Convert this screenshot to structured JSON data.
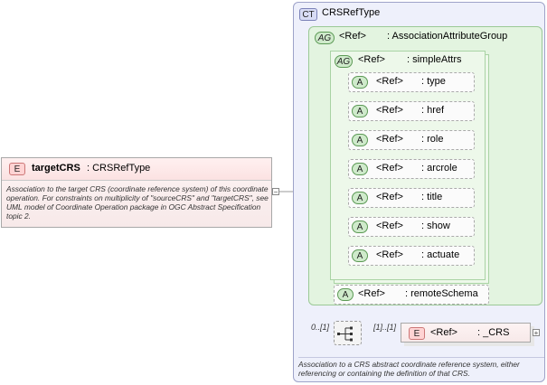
{
  "target": {
    "badge": "E",
    "name": "targetCRS",
    "type": ": CRSRefType",
    "description": "Association to the target CRS (coordinate reference system) of this coordinate operation. For constraints on multiplicity of \"sourceCRS\" and \"targetCRS\", see UML model of Coordinate Operation package in OGC Abstract Specification topic 2."
  },
  "complex_type": {
    "badge": "CT",
    "name": "CRSRefType",
    "description": "Association to a CRS abstract coordinate reference system, either referencing or containing the definition of that CRS."
  },
  "assoc_group": {
    "badge": "AG",
    "ref": "<Ref>",
    "name": ": AssociationAttributeGroup"
  },
  "simple_group": {
    "badge": "AG",
    "ref": "<Ref>",
    "name": ": simpleAttrs"
  },
  "simple_attrs": [
    {
      "badge": "A",
      "ref": "<Ref>",
      "name": ": type"
    },
    {
      "badge": "A",
      "ref": "<Ref>",
      "name": ": href"
    },
    {
      "badge": "A",
      "ref": "<Ref>",
      "name": ": role"
    },
    {
      "badge": "A",
      "ref": "<Ref>",
      "name": ": arcrole"
    },
    {
      "badge": "A",
      "ref": "<Ref>",
      "name": ": title"
    },
    {
      "badge": "A",
      "ref": "<Ref>",
      "name": ": show"
    },
    {
      "badge": "A",
      "ref": "<Ref>",
      "name": ": actuate"
    }
  ],
  "remote_schema": {
    "badge": "A",
    "ref": "<Ref>",
    "name": ": remoteSchema"
  },
  "sequence": {
    "cardinality_before": "0..[1]",
    "cardinality_after": "[1]..[1]"
  },
  "crs_element": {
    "badge": "E",
    "ref": "<Ref>",
    "name": ": _CRS"
  },
  "colors": {
    "element": "#ffd3d3",
    "complex_type": "#eef0fb",
    "attribute_group": "#e3f4e0",
    "connector": "#999999"
  }
}
